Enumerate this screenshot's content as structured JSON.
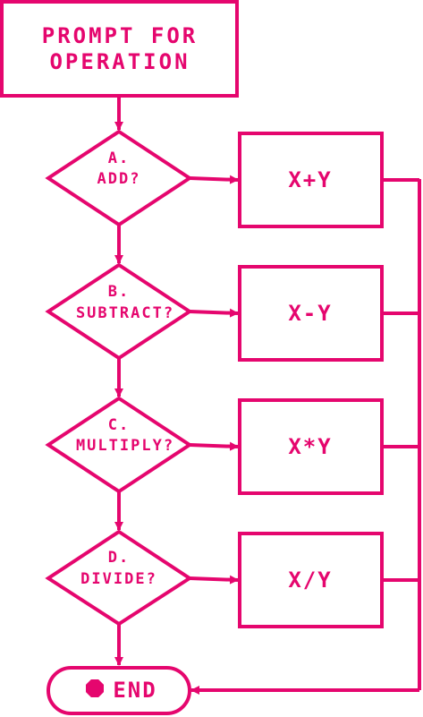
{
  "colors": {
    "accent": "#e5066e",
    "background": "#ffffff"
  },
  "start": {
    "line1": "PROMPT FOR",
    "line2": "OPERATION"
  },
  "decisions": [
    {
      "letter": "A.",
      "question": "ADD?"
    },
    {
      "letter": "B.",
      "question": "SUBTRACT?"
    },
    {
      "letter": "C.",
      "question": "MULTIPLY?"
    },
    {
      "letter": "D.",
      "question": "DIVIDE?"
    }
  ],
  "actions": [
    {
      "label": "X+Y"
    },
    {
      "label": "X-Y"
    },
    {
      "label": "X*Y"
    },
    {
      "label": "X/Y"
    }
  ],
  "end": {
    "label": "END",
    "icon": "stop-octagon-icon"
  }
}
